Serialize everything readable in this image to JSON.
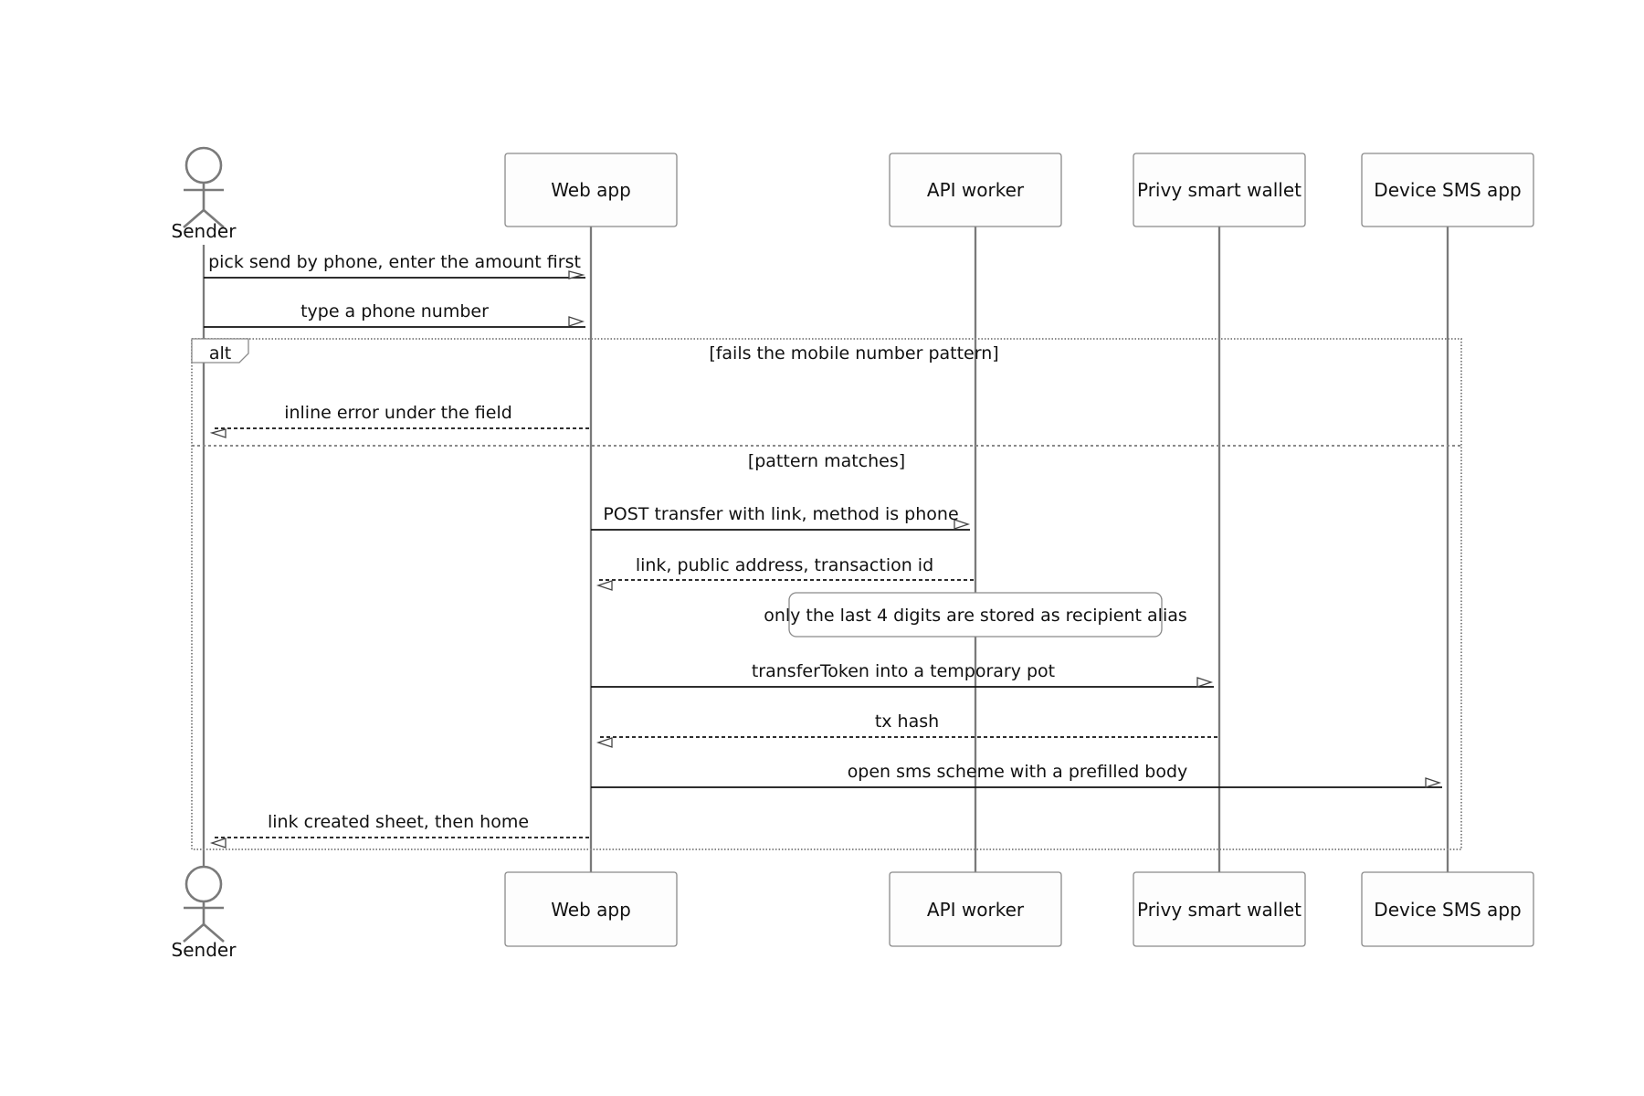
{
  "participants": {
    "sender": "Sender",
    "web_app": "Web app",
    "api_worker": "API worker",
    "privy_wallet": "Privy smart wallet",
    "device_sms": "Device SMS app"
  },
  "messages": [
    "pick send by phone, enter the amount first",
    "type a phone number",
    "inline error under the field",
    "POST transfer with link, method is phone",
    "link, public address, transaction id",
    "transferToken into a temporary pot",
    "tx hash",
    "open sms scheme with a prefilled body",
    "link created sheet, then home"
  ],
  "fragment": {
    "operator": "alt",
    "condition_1": "[fails the mobile number pattern]",
    "condition_2": "[pattern matches]"
  },
  "note": "only the last 4 digits are stored as recipient alias"
}
